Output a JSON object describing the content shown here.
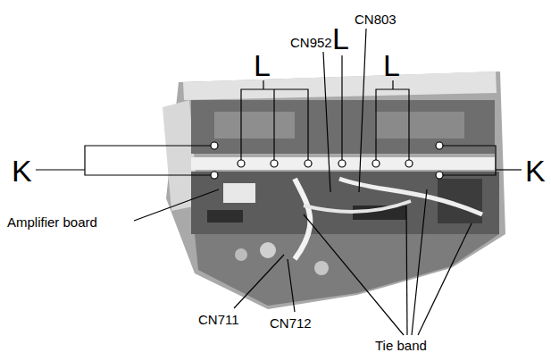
{
  "diagram": {
    "labels": [
      "L",
      "CN952",
      "L",
      "CN803",
      "L",
      "K",
      "K",
      "Amplifier board",
      "CN711",
      "CN712",
      "Tie band"
    ]
  }
}
